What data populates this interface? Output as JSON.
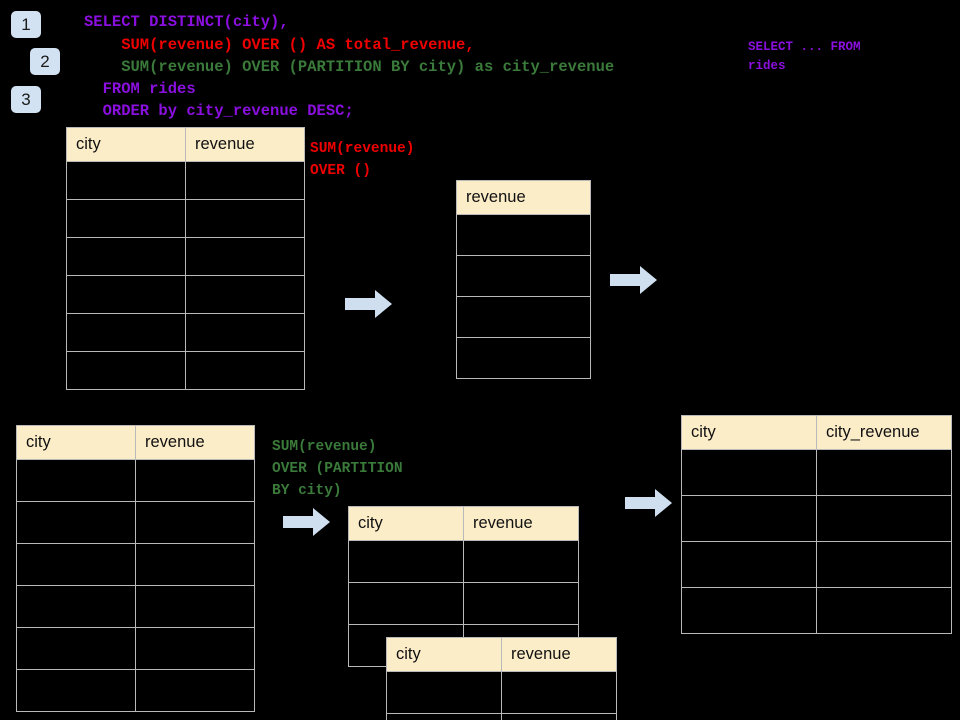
{
  "page": {
    "background_color": "#000000",
    "accent_color": "#d3e2f2",
    "header_fill": "#fcedc9",
    "grid_color": "#b9b9b9"
  },
  "steps": [
    {
      "label": "1"
    },
    {
      "label": "2"
    },
    {
      "label": "3"
    }
  ],
  "sql": {
    "line1": "SELECT DISTINCT(city),",
    "line2": "    SUM(revenue) OVER () AS total_revenue,",
    "line3": "    SUM(revenue) OVER (PARTITION BY city) as city_revenue",
    "line4": "  FROM rides",
    "line5": "  ORDER by city_revenue DESC;",
    "colors": {
      "keyword": "#8b10e0",
      "total_revenue": "#ee0000",
      "city_revenue": "#3a7a3a"
    }
  },
  "side_note": {
    "text": "SELECT ... FROM\nrides"
  },
  "annotations": {
    "total_revenue": "SUM(revenue)\nOVER ()",
    "city_revenue": "SUM(revenue)\nOVER (PARTITION\nBY city)"
  },
  "tables": {
    "source_top": {
      "name": "rides-source-table",
      "headers": [
        "city",
        "revenue"
      ],
      "row_count": 6,
      "rows": [
        [
          "",
          ""
        ],
        [
          "",
          ""
        ],
        [
          "",
          ""
        ],
        [
          "",
          ""
        ],
        [
          "",
          ""
        ],
        [
          "",
          ""
        ]
      ]
    },
    "total_revenue": {
      "name": "total-revenue-table",
      "headers": [
        "revenue"
      ],
      "row_count": 4,
      "rows": [
        [
          ""
        ],
        [
          ""
        ],
        [
          ""
        ],
        [
          ""
        ]
      ]
    },
    "source_bottom": {
      "name": "rides-source-table-2",
      "headers": [
        "city",
        "revenue"
      ],
      "row_count": 6,
      "rows": [
        [
          "",
          ""
        ],
        [
          "",
          ""
        ],
        [
          "",
          ""
        ],
        [
          "",
          ""
        ],
        [
          "",
          ""
        ],
        [
          "",
          ""
        ]
      ]
    },
    "partition_back": {
      "name": "partition-group-table-back",
      "headers": [
        "city",
        "revenue"
      ],
      "row_count": 3,
      "rows": [
        [
          "",
          ""
        ],
        [
          "",
          ""
        ],
        [
          "",
          ""
        ]
      ]
    },
    "partition_front": {
      "name": "partition-group-table-front",
      "headers": [
        "city",
        "revenue"
      ],
      "row_count": 2,
      "rows": [
        [
          "",
          ""
        ],
        [
          "",
          ""
        ]
      ]
    },
    "result": {
      "name": "final-result-table",
      "headers": [
        "city",
        "city_revenue"
      ],
      "row_count": 4,
      "rows": [
        [
          "",
          ""
        ],
        [
          "",
          ""
        ],
        [
          "",
          ""
        ],
        [
          "",
          ""
        ]
      ]
    }
  },
  "arrows": [
    {
      "name": "arrow-source-to-total"
    },
    {
      "name": "arrow-total-to-result"
    },
    {
      "name": "arrow-source-to-partition"
    },
    {
      "name": "arrow-partition-to-result"
    }
  ]
}
